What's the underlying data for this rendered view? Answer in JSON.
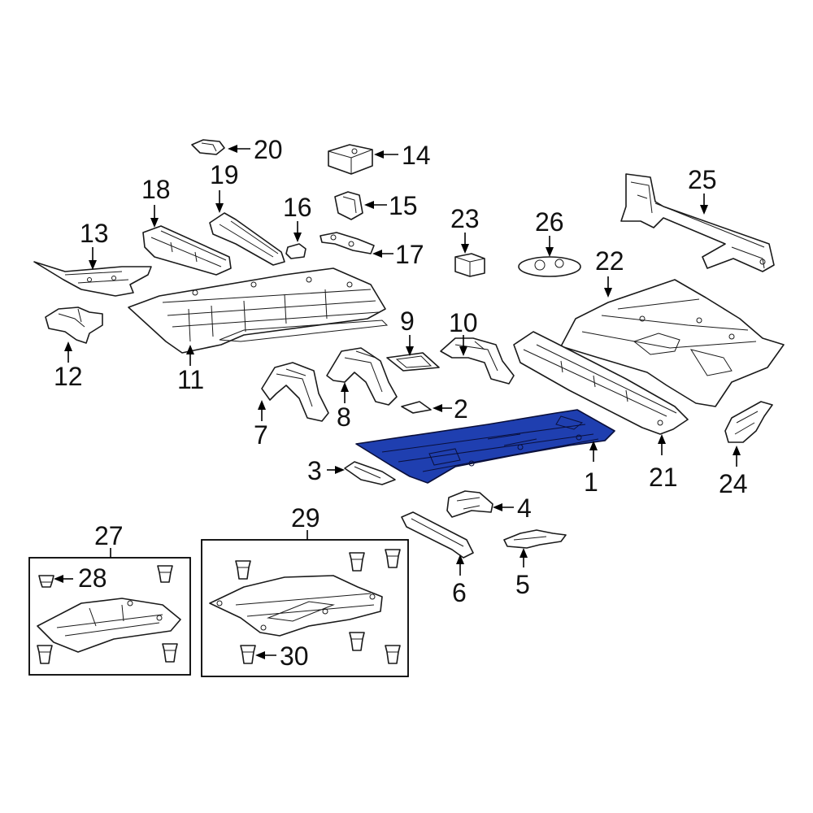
{
  "colors": {
    "highlight": "#1f3fb0",
    "line": "#1a1a1a",
    "background": "#ffffff"
  },
  "callouts": {
    "c1": "1",
    "c2": "2",
    "c3": "3",
    "c4": "4",
    "c5": "5",
    "c6": "6",
    "c7": "7",
    "c8": "8",
    "c9": "9",
    "c10": "10",
    "c11": "11",
    "c12": "12",
    "c13": "13",
    "c14": "14",
    "c15": "15",
    "c16": "16",
    "c17": "17",
    "c18": "18",
    "c19": "19",
    "c20": "20",
    "c21": "21",
    "c22": "22",
    "c23": "23",
    "c24": "24",
    "c25": "25",
    "c26": "26",
    "c27": "27",
    "c28": "28",
    "c29": "29",
    "c30": "30"
  },
  "highlighted_part": "1"
}
